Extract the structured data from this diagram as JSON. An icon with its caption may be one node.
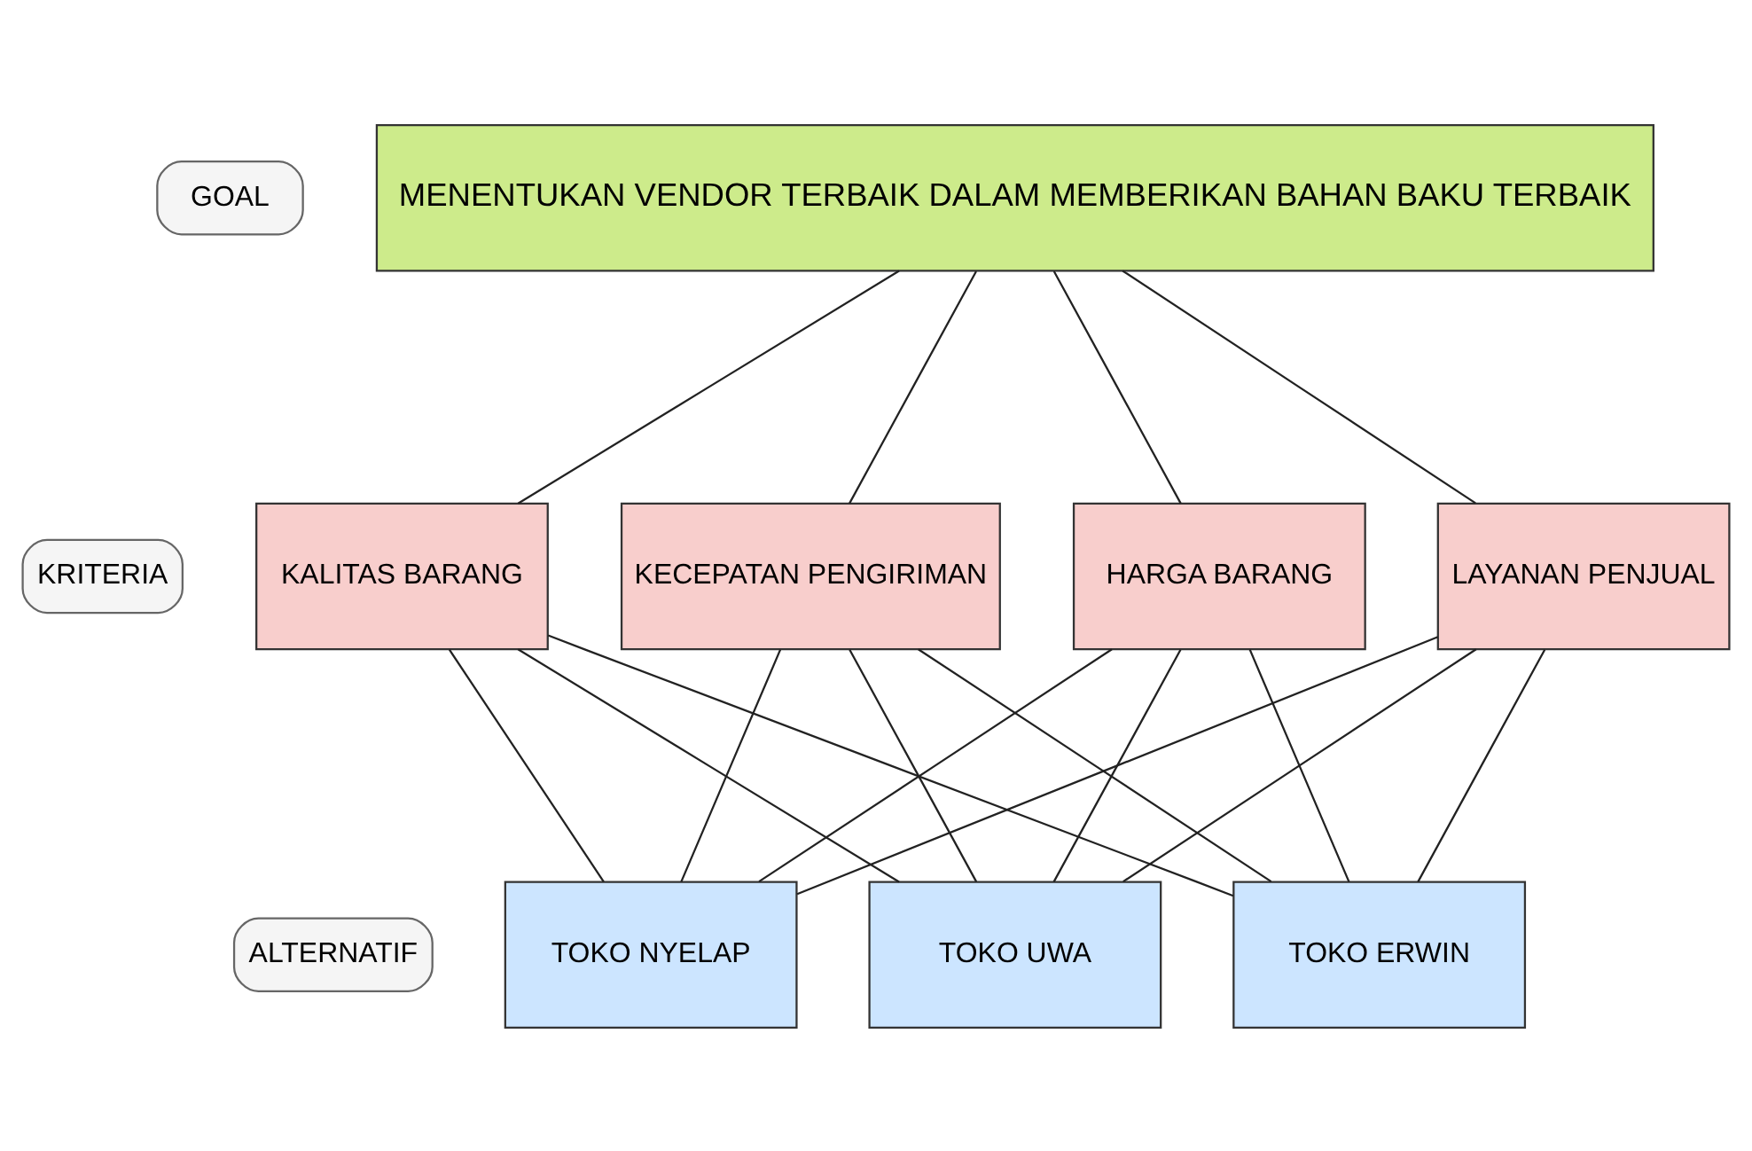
{
  "diagram": {
    "nodes": [
      {
        "text": [
          "GOAL"
        ]
      },
      {
        "text": [
          "MENENTUKAN VENDOR TERBAIK DALAM MEMBERIKAN BAHAN BAKU TERBAIK"
        ]
      },
      {
        "text": [
          "KRITERIA"
        ]
      },
      {
        "text": [
          "KALITAS BARANG"
        ]
      },
      {
        "text": [
          "KECEPATAN PENGIRIMAN"
        ]
      },
      {
        "text": [
          "HARGA BARANG"
        ]
      },
      {
        "text": [
          "LAYANAN PENJUAL"
        ]
      },
      {
        "text": [
          "ALTERNATIF"
        ]
      },
      {
        "text": [
          "TOKO NYELAP"
        ]
      },
      {
        "text": [
          "TOKO UWA"
        ]
      },
      {
        "text": [
          "TOKO ERWIN"
        ]
      }
    ],
    "edges": [
      {
        "from": 1,
        "to": 3,
        "arrow": "none"
      },
      {
        "from": 1,
        "to": 4,
        "arrow": "none"
      },
      {
        "from": 1,
        "to": 5,
        "arrow": "none"
      },
      {
        "from": 1,
        "to": 6,
        "arrow": "none"
      },
      {
        "from": 3,
        "to": 8,
        "arrow": "none"
      },
      {
        "from": 3,
        "to": 9,
        "arrow": "none"
      },
      {
        "from": 3,
        "to": 10,
        "arrow": "none"
      },
      {
        "from": 4,
        "to": 8,
        "arrow": "none"
      },
      {
        "from": 4,
        "to": 9,
        "arrow": "none"
      },
      {
        "from": 4,
        "to": 10,
        "arrow": "none"
      },
      {
        "from": 5,
        "to": 8,
        "arrow": "none"
      },
      {
        "from": 5,
        "to": 9,
        "arrow": "none"
      },
      {
        "from": 5,
        "to": 10,
        "arrow": "none"
      },
      {
        "from": 6,
        "to": 8,
        "arrow": "none"
      },
      {
        "from": 6,
        "to": 9,
        "arrow": "none"
      },
      {
        "from": 6,
        "to": 10,
        "arrow": "none"
      }
    ]
  }
}
